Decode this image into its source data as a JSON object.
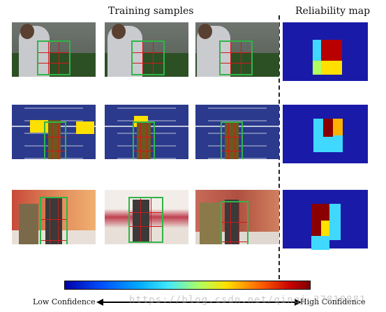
{
  "headers": {
    "training": "Training samples",
    "reliability": "Reliability map"
  },
  "colorbar": {
    "low_label": "Low Confidence",
    "high_label": "High Confidence",
    "colors": [
      "#0000a8",
      "#00a8ff",
      "#40e8ff",
      "#ffe000",
      "#ff6000",
      "#c80000",
      "#800000"
    ]
  },
  "watermark": "https://blog.csdn.net/qinqi_27818881",
  "rows": [
    {
      "theme": "tennis player",
      "palette": {
        "bg": "#6f746f",
        "subject": "#c9ccd4",
        "accent": "#4c6f3c"
      },
      "map_cells": [
        [
          "#1a1aa8",
          "#1a1aa8",
          "#1a1aa8",
          "#1a1aa8"
        ],
        [
          "#1a1aa8",
          "#40d8ff",
          "#c80000",
          "#a80000"
        ],
        [
          "#1a1aa8",
          "#40d8ff",
          "#e02000",
          "#c00000"
        ],
        [
          "#1a1aa8",
          "#b0ff60",
          "#ffe000",
          "#ffe000"
        ]
      ]
    },
    {
      "theme": "sprinters on track",
      "palette": {
        "bg": "#2b3a8c",
        "subject": "#caa020",
        "accent": "#ffe000"
      },
      "map_cells": [
        [
          "#1a1aa8",
          "#40d8ff",
          "#8a0000",
          "#ffb000"
        ],
        [
          "#1a1aa8",
          "#40d8ff",
          "#8a0000",
          "#40d8ff"
        ],
        [
          "#1a1aa8",
          "#40d8ff",
          "#40d8ff",
          "#40d8ff"
        ]
      ]
    },
    {
      "theme": "runners blurred",
      "palette": {
        "bg": "#c86a5a",
        "subject": "#7a6a4a",
        "accent": "#f0b070"
      },
      "map_cells": [
        [
          "#8a0000",
          "#8a0000",
          "#40d8ff"
        ],
        [
          "#ffe000",
          "#8a0000",
          "#40d8ff"
        ],
        [
          "#40d8ff",
          "#40d8ff",
          "#40d8ff"
        ]
      ]
    }
  ]
}
